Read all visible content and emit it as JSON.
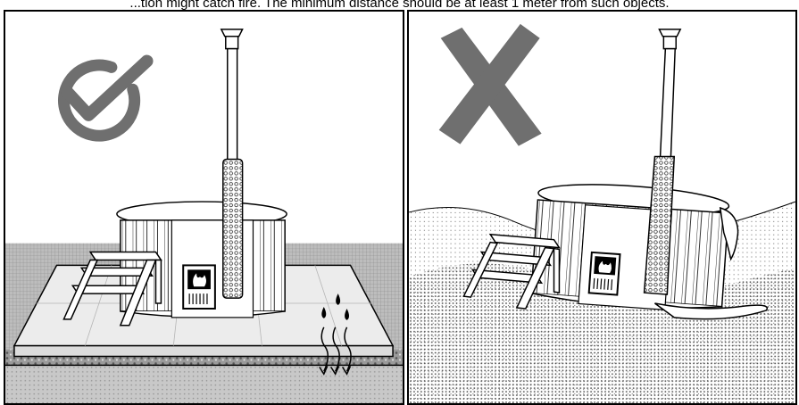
{
  "caption": "...tion might catch fire. The minimum distance should be at least 1 meter from such objects.",
  "panels": [
    {
      "verdict": "correct",
      "mark_icon": "checkmark-circle-icon",
      "surface": "paving-slab-foundation"
    },
    {
      "verdict": "incorrect",
      "mark_icon": "cross-icon",
      "surface": "uneven-ground"
    }
  ],
  "colors": {
    "mark": "#6f6f6f",
    "line": "#000000",
    "slab": "#ececec",
    "background": "#ffffff"
  }
}
